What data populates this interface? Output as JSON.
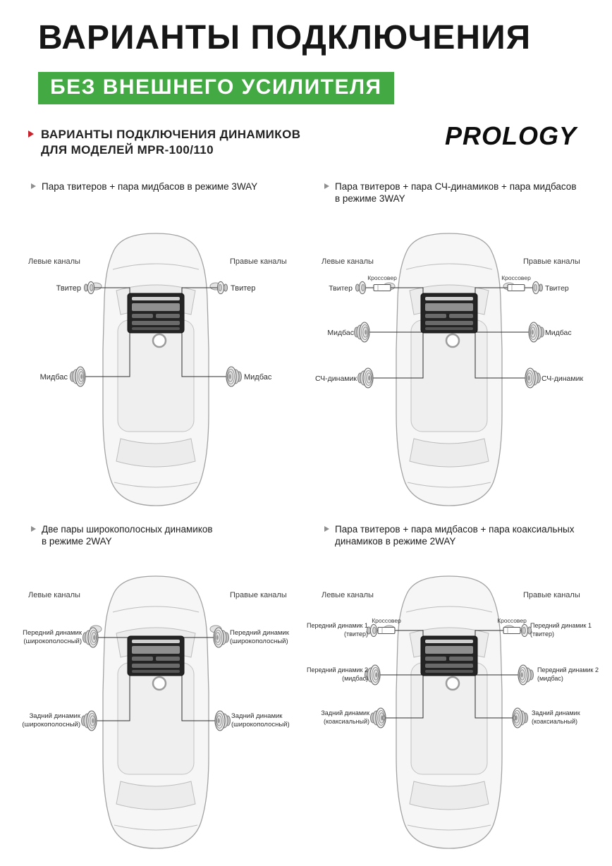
{
  "page": {
    "title": "ВАРИАНТЫ ПОДКЛЮЧЕНИЯ",
    "banner": "БЕЗ ВНЕШНЕГО УСИЛИТЕЛЯ",
    "section": {
      "line1": "ВАРИАНТЫ ПОДКЛЮЧЕНИЯ ДИНАМИКОВ",
      "line2": "ДЛЯ МОДЕЛЕЙ MPR-100/110"
    },
    "brand": "PROLOGY",
    "colors": {
      "accent_green": "#43A943",
      "accent_red": "#C8232C"
    },
    "icons": {
      "section_bullet": "red-triangle-right",
      "caption_bullet": "gray-triangle-right"
    }
  },
  "diagrams": [
    {
      "caption1": "Пара твитеров + пара мидбасов в режиме 3WAY",
      "caption2": "",
      "left_channels": "Левые каналы",
      "right_channels": "Правые каналы",
      "tweeter_left": "Твитер",
      "tweeter_right": "Твитер",
      "midbass_left": "Мидбас",
      "midbass_right": "Мидбас"
    },
    {
      "caption1": "Пара твитеров + пара СЧ-динамиков + пара мидбасов",
      "caption2": "в режиме 3WAY",
      "left_channels": "Левые каналы",
      "right_channels": "Правые каналы",
      "crossover_left": "Кроссовер",
      "crossover_right": "Кроссовер",
      "tweeter_left": "Твитер",
      "tweeter_right": "Твитер",
      "mid_left": "Мидбас",
      "mid_right": "Мидбас",
      "sq_left": "СЧ-динамик",
      "sq_right": "СЧ-динамик"
    },
    {
      "caption1": "Две пары широкополосных динамиков",
      "caption2": "в режиме 2WAY",
      "left_channels": "Левые каналы",
      "right_channels": "Правые каналы",
      "front_left_line1": "Передний динамик",
      "front_left_line2": "(широкополосный)",
      "front_right_line1": "Передний динамик",
      "front_right_line2": "(широкополосный)",
      "rear_left_line1": "Задний динамик",
      "rear_left_line2": "(широкополосный)",
      "rear_right_line1": "Задний динамик",
      "rear_right_line2": "(широкополосный)"
    },
    {
      "caption1": "Пара твитеров + пара мидбасов + пара коаксиальных",
      "caption2": "динамиков в режиме 2WAY",
      "left_channels": "Левые каналы",
      "right_channels": "Правые каналы",
      "crossover_left": "Кроссовер",
      "crossover_right": "Кроссовер",
      "front1_left_line1": "Передний динамик 1",
      "front1_left_line2": "(твитер)",
      "front1_right_line1": "Передний динамик 1",
      "front1_right_line2": "(твитер)",
      "front2_left_line1": "Передний динамик 2",
      "front2_left_line2": "(мидбас)",
      "front2_right_line1": "Передний динамик 2",
      "front2_right_line2": "(мидбас)",
      "rear_left_line1": "Задний динамик",
      "rear_left_line2": "(коаксиальный)",
      "rear_right_line1": "Задний динамик",
      "rear_right_line2": "(коаксиальный)"
    }
  ]
}
